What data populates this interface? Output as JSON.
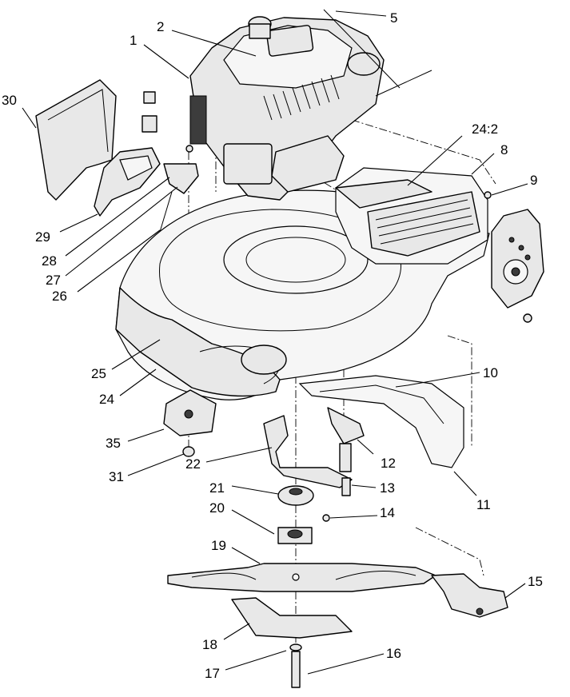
{
  "diagram": {
    "callouts": [
      "1",
      "2",
      "5",
      "30",
      "24:2",
      "8",
      "9",
      "29",
      "28",
      "27",
      "26",
      "25",
      "24",
      "10",
      "35",
      "12",
      "22",
      "31",
      "21",
      "13",
      "20",
      "14",
      "11",
      "19",
      "15",
      "18",
      "16",
      "17"
    ]
  }
}
